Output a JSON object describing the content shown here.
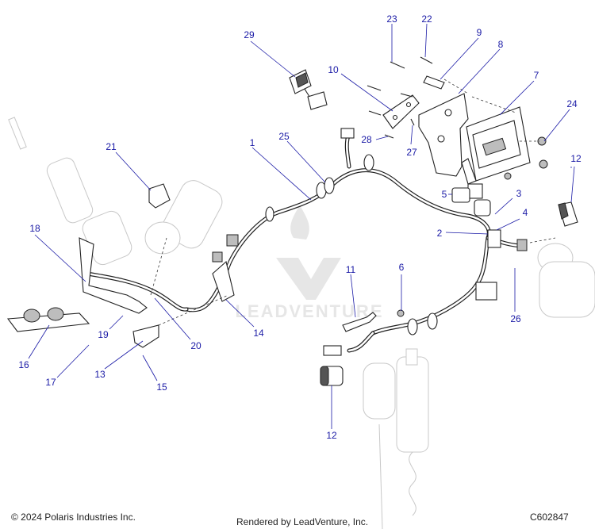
{
  "callouts": {
    "c1": "1",
    "c2": "2",
    "c3": "3",
    "c4": "4",
    "c5": "5",
    "c6": "6",
    "c7": "7",
    "c8": "8",
    "c9": "9",
    "c10": "10",
    "c11": "11",
    "c12a": "12",
    "c12b": "12",
    "c13": "13",
    "c14": "14",
    "c15": "15",
    "c16": "16",
    "c17": "17",
    "c18": "18",
    "c19": "19",
    "c20": "20",
    "c21": "21",
    "c22": "22",
    "c23": "23",
    "c24": "24",
    "c25": "25",
    "c26": "26",
    "c27": "27",
    "c28": "28",
    "c29": "29"
  },
  "watermark": "LEADVENTURE",
  "footer": {
    "copyright": "© 2024 Polaris Industries Inc.",
    "rendered_by": "Rendered by LeadVenture, Inc.",
    "diagram_code": "C602847"
  },
  "colors": {
    "callout": "#1a1aa6",
    "line_art": "#222222",
    "ghost": "#c8c8c8"
  }
}
